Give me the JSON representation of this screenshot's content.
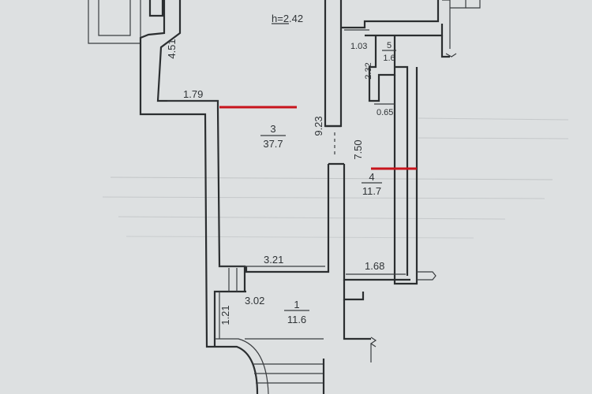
{
  "ceiling_height": "h=2.42",
  "rooms": [
    {
      "number": "3",
      "area": "37.7"
    },
    {
      "number": "4",
      "area": "11.7"
    },
    {
      "number": "5",
      "area": "1.6"
    },
    {
      "number": "1",
      "area": "11.6"
    }
  ],
  "dimensions": {
    "d451": "4.51",
    "d179": "1.79",
    "d923": "9.23",
    "d750": "7.50",
    "d103": "1.03",
    "d232": "2.32",
    "d065": "0.65",
    "d321": "3.21",
    "d168": "1.68",
    "d302": "3.02",
    "d121": "1.21"
  },
  "colors": {
    "paper": "#d9dcdd",
    "wall": "#2b2e30",
    "marker": "#c8141c"
  }
}
